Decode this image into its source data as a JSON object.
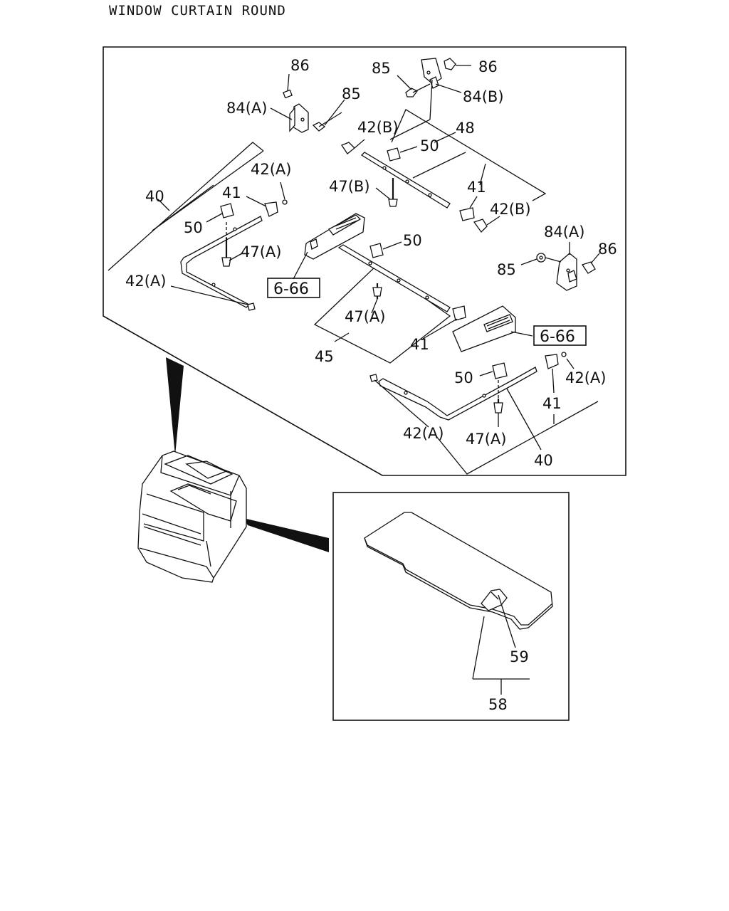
{
  "title": "WINDOW CURTAIN ROUND",
  "callouts": {
    "l86_a": "86",
    "l84a_a": "84(A)",
    "l85_a": "85",
    "l85_b": "85",
    "l86_b": "86",
    "l84b": "84(B)",
    "l42b_a": "42(B)",
    "l50_a": "50",
    "l48": "48",
    "l47b": "47(B)",
    "l41_a": "41",
    "l42b_b": "42(B)",
    "l42a_a": "42(A)",
    "l40_a": "40",
    "l41_b": "41",
    "l50_b": "50",
    "l47a_a": "47(A)",
    "l42a_b": "42(A)",
    "l50_c": "50",
    "l47a_b": "47(A)",
    "l45": "45",
    "l41_c": "41",
    "l84a_b": "84(A)",
    "l86_c": "86",
    "l85_c": "85",
    "l42a_c": "42(A)",
    "l50_d": "50",
    "l41_d": "41",
    "l42a_d": "42(A)",
    "l47a_c": "47(A)",
    "l40_b": "40",
    "l59": "59",
    "l58": "58"
  },
  "refs": {
    "ref_left": "6-66",
    "ref_right": "6-66"
  }
}
